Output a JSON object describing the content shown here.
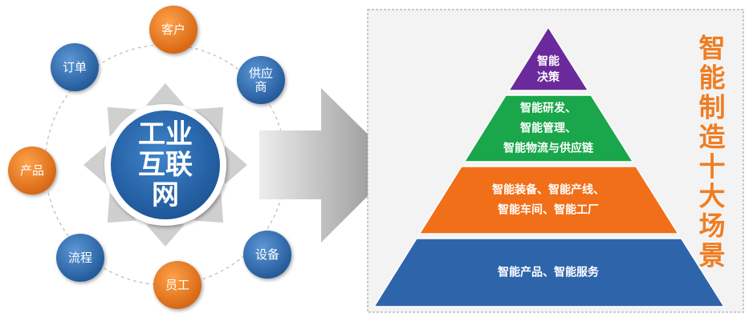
{
  "hub": {
    "lines": [
      "工业",
      "互联",
      "网"
    ],
    "color": "#2e6db0"
  },
  "satellites": [
    {
      "id": "customer",
      "lines": [
        "客户"
      ],
      "color": "#ef7d22"
    },
    {
      "id": "supplier",
      "lines": [
        "供应",
        "商"
      ],
      "color": "#2e6db0"
    },
    {
      "id": "equipment",
      "lines": [
        "设备"
      ],
      "color": "#2e6db0"
    },
    {
      "id": "employee",
      "lines": [
        "员工"
      ],
      "color": "#ef7d22"
    },
    {
      "id": "process",
      "lines": [
        "流程"
      ],
      "color": "#2e6db0"
    },
    {
      "id": "product",
      "lines": [
        "产品"
      ],
      "color": "#ef7d22"
    },
    {
      "id": "order",
      "lines": [
        "订单"
      ],
      "color": "#2e6db0"
    }
  ],
  "pyramid": {
    "levels": [
      {
        "id": "decision",
        "lines": [
          "智能",
          "决策"
        ],
        "color": "#6a2a9c"
      },
      {
        "id": "rnd-mgmt-logistics",
        "lines": [
          "智能研发、",
          "智能管理、",
          "智能物流与供应链"
        ],
        "color": "#1aa64a"
      },
      {
        "id": "equipment-line-workshop-factory",
        "lines": [
          "智能装备、智能产线、",
          "智能车间、智能工厂"
        ],
        "color": "#f16f19"
      },
      {
        "id": "product-service",
        "lines": [
          "智能产品、智能服务"
        ],
        "color": "#2e64aa"
      }
    ]
  },
  "side_title": {
    "chars": [
      "智",
      "能",
      "制",
      "造",
      "十",
      "大",
      "场",
      "景"
    ],
    "color": "#ef7d22"
  },
  "colors": {
    "panel_bg": "#f3f3f3",
    "panel_border": "#9a9a9a",
    "orbit": "#bcbcbc",
    "arrow_dark": "#8c8c8c",
    "arrow_light": "#ededed",
    "glow": "#cfcfcf"
  }
}
